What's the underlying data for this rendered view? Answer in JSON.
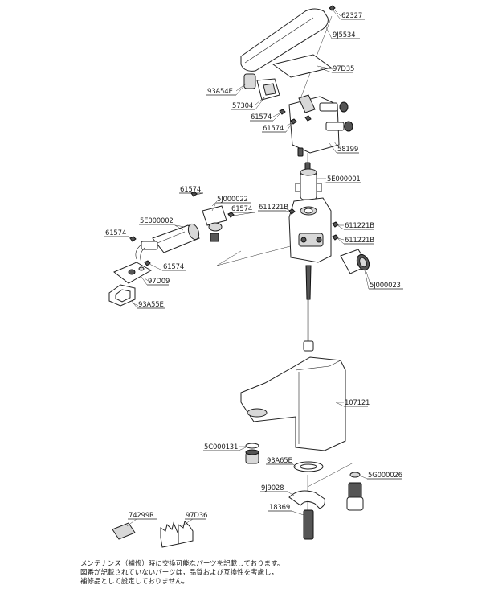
{
  "parts": {
    "p62327": "62327",
    "p9J5534": "9J5534",
    "p97D35": "97D35",
    "p93A54E": "93A54E",
    "p57304": "57304",
    "p61574a": "61574",
    "p61574b": "61574",
    "p58199": "58199",
    "p5E000001": "5E000001",
    "p61574c": "61574",
    "p5J000022": "5J000022",
    "p61574d": "61574",
    "p5E000002": "5E000002",
    "p611221Ba": "611221B",
    "p611221Bb": "611221B",
    "p611221Bc": "611221B",
    "p61574e": "61574",
    "p61574f": "61574",
    "p97D09": "97D09",
    "p93A55E": "93A55E",
    "p5J000023": "5J000023",
    "p107121": "107121",
    "p5C000131": "5C000131",
    "p93A65E": "93A65E",
    "p5G000026": "5G000026",
    "p9J9028": "9J9028",
    "p18369": "18369",
    "p74299R": "74299R",
    "p97D36": "97D36"
  },
  "notes": {
    "line1": "メンテナンス（補修）時に交換可能なパーツを記載しております。",
    "line2": "図番が記載されていないパーツは，品質および互換性を考慮し，",
    "line3": "補修品として設定しておりません。"
  }
}
